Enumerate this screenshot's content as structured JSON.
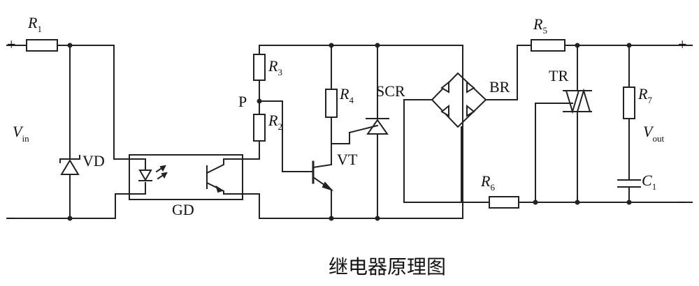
{
  "caption": "继电器原理图",
  "labels": {
    "r1": "R",
    "r1_sub": "1",
    "vin": "V",
    "vin_sub": "in",
    "vd": "VD",
    "gd": "GD",
    "r3": "R",
    "r3_sub": "3",
    "p": "P",
    "r2": "R",
    "r2_sub": "2",
    "r4": "R",
    "r4_sub": "4",
    "vt": "VT",
    "scr": "SCR",
    "br": "BR",
    "r5": "R",
    "r5_sub": "5",
    "tr": "TR",
    "r7": "R",
    "r7_sub": "7",
    "vout": "V",
    "vout_sub": "out",
    "c1": "C",
    "c1_sub": "1",
    "r6": "R",
    "r6_sub": "6"
  }
}
